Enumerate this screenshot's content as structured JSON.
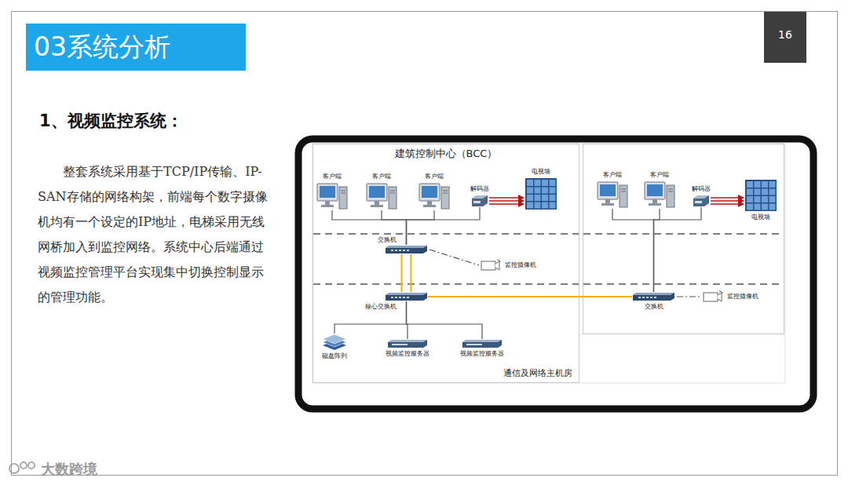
{
  "diagram": {
    "title": "03系统分析",
    "nodes": [
      {
        "text": [
          "建筑控制中心（BCC）",
          "通信及网络主机房"
        ]
      },
      {
        "text": [
          "客户端"
        ],
        "in": 0
      },
      {
        "text": [
          "客户端"
        ],
        "in": 0
      },
      {
        "text": [
          "客户端"
        ],
        "in": 0
      },
      {
        "text": [
          "解码器"
        ],
        "in": 0
      },
      {
        "text": [
          "电视墙"
        ],
        "in": 0
      },
      {
        "text": [
          "交换机"
        ],
        "in": 0
      },
      {
        "text": [
          "监控摄像机"
        ],
        "in": 0
      },
      {
        "text": [
          "核心交换机"
        ],
        "in": 0
      },
      {
        "text": [
          "磁盘阵列"
        ],
        "in": 0
      },
      {
        "text": [
          "视频监控服务器"
        ],
        "in": 0
      },
      {
        "text": [
          "视频监控服务器"
        ],
        "in": 0
      },
      {
        "text": [
          "客户端"
        ]
      },
      {
        "text": [
          "客户端"
        ]
      },
      {
        "text": [
          "解码器"
        ]
      },
      {
        "text": [
          "电视墙"
        ]
      },
      {
        "text": [
          "交换机"
        ]
      },
      {
        "text": [
          "监控摄像机"
        ]
      }
    ],
    "edges": [
      {
        "from": 1,
        "to": 6,
        "arrow": "none"
      },
      {
        "from": 2,
        "to": 6,
        "arrow": "none"
      },
      {
        "from": 3,
        "to": 6,
        "arrow": "none"
      },
      {
        "from": 4,
        "to": 6,
        "arrow": "none"
      },
      {
        "from": 4,
        "to": 5,
        "arrow": "to"
      },
      {
        "from": 6,
        "to": 7,
        "arrow": "none"
      },
      {
        "from": 6,
        "to": 8,
        "arrow": "none"
      },
      {
        "from": 8,
        "to": 9,
        "arrow": "none"
      },
      {
        "from": 8,
        "to": 10,
        "arrow": "none"
      },
      {
        "from": 8,
        "to": 11,
        "arrow": "none"
      },
      {
        "from": 8,
        "to": 16,
        "arrow": "none"
      },
      {
        "from": 12,
        "to": 16,
        "arrow": "none"
      },
      {
        "from": 13,
        "to": 16,
        "arrow": "none"
      },
      {
        "from": 14,
        "to": 16,
        "arrow": "none"
      },
      {
        "from": 14,
        "to": 15,
        "arrow": "to"
      },
      {
        "from": 16,
        "to": 17,
        "arrow": "none"
      }
    ],
    "labels": [
      "1、视频监控系统：",
      "整套系统采用基于TCP/IP传输、IP-SAN存储的网络构架，前端每个数字摄像机均有一个设定的IP地址，电梯采用无线网桥加入到监控网络。系统中心后端通过视频监控管理平台实现集中切换控制显示的管理功能。",
      "16",
      "大数跨境"
    ]
  }
}
